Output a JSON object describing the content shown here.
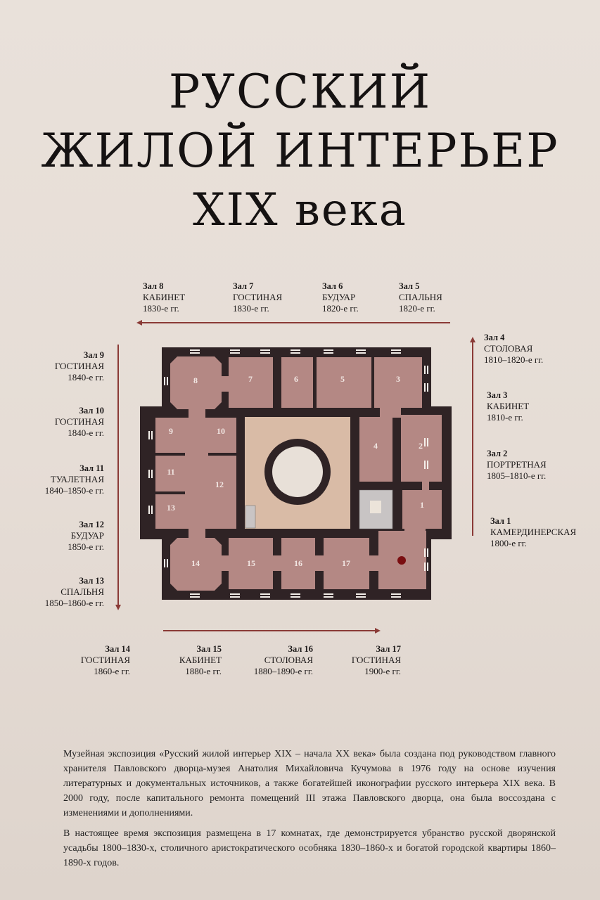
{
  "title": {
    "line1": "РУССКИЙ",
    "line2": "ЖИЛОЙ ИНТЕРЬЕР",
    "line3": "XIX века"
  },
  "halls": [
    {
      "num": "Зал 1",
      "name": "КАМЕРДИНЕРСКАЯ",
      "date": "1800-е гг."
    },
    {
      "num": "Зал 2",
      "name": "ПОРТРЕТНАЯ",
      "date": "1805–1810-е гг."
    },
    {
      "num": "Зал 3",
      "name": "КАБИНЕТ",
      "date": "1810-е гг."
    },
    {
      "num": "Зал 4",
      "name": "СТОЛОВАЯ",
      "date": "1810–1820-е гг."
    },
    {
      "num": "Зал 5",
      "name": "СПАЛЬНЯ",
      "date": "1820-е гг."
    },
    {
      "num": "Зал 6",
      "name": "БУДУАР",
      "date": "1820-е гг."
    },
    {
      "num": "Зал 7",
      "name": "ГОСТИНАЯ",
      "date": "1830-е гг."
    },
    {
      "num": "Зал 8",
      "name": "КАБИНЕТ",
      "date": "1830-е гг."
    },
    {
      "num": "Зал 9",
      "name": "ГОСТИНАЯ",
      "date": "1840-е гг."
    },
    {
      "num": "Зал 10",
      "name": "ГОСТИНАЯ",
      "date": "1840-е гг."
    },
    {
      "num": "Зал 11",
      "name": "ТУАЛЕТНАЯ",
      "date": "1840–1850-е гг."
    },
    {
      "num": "Зал 12",
      "name": "БУДУАР",
      "date": "1850-е гг."
    },
    {
      "num": "Зал 13",
      "name": "СПАЛЬНЯ",
      "date": "1850–1860-е гг."
    },
    {
      "num": "Зал 14",
      "name": "ГОСТИНАЯ",
      "date": "1860-е гг."
    },
    {
      "num": "Зал 15",
      "name": "КАБИНЕТ",
      "date": "1880-е гг."
    },
    {
      "num": "Зал 16",
      "name": "СТОЛОВАЯ",
      "date": "1880–1890-е гг."
    },
    {
      "num": "Зал 17",
      "name": "ГОСТИНАЯ",
      "date": "1900-е гг."
    }
  ],
  "plan_numbers": [
    "1",
    "2",
    "3",
    "4",
    "5",
    "6",
    "7",
    "8",
    "9",
    "10",
    "11",
    "12",
    "13",
    "14",
    "15",
    "16",
    "17"
  ],
  "colors": {
    "wall": "#2f2325",
    "room": "#b48884",
    "court": "#d9bba6",
    "arrow": "#8a3a36",
    "marker": "#7a0d10"
  },
  "text": {
    "p1": "Музейная экспозиция «Русский жилой интерьер XIX – начала XX века» была создана под руководством главного хранителя Павловского дворца-музея Анатолия Михайловича Кучумова в 1976 году на основе изучения литературных и документальных источников, а также богатейшей иконографии русского интерьера XIX века. В 2000 году, после капитального ремонта помещений III этажа Павловского дворца, она была воссоздана с изменениями и дополнениями.",
    "p2": "В настоящее время экспозиция размещена в 17 комнатах, где демонстрируется убранство русской дворянской усадьбы 1800–1830-х, столичного аристократического особняка 1830–1860-х и богатой городской квартиры 1860–1890-х годов."
  }
}
